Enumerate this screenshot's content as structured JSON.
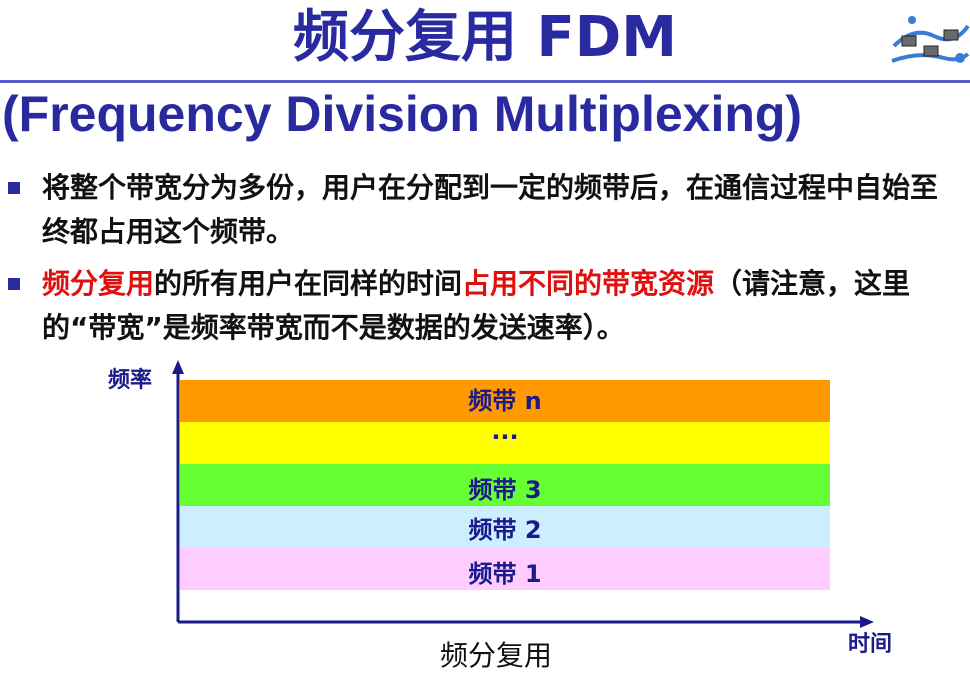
{
  "header": {
    "title": "频分复用 FDM",
    "subtitle": "(Frequency Division Multiplexing)"
  },
  "bullets": [
    {
      "text": "将整个带宽分为多份，用户在分配到一定的频带后，在通信过程中自始至终都占用这个频带。"
    },
    {
      "parts": [
        "频分复用",
        "的所有用户在同样的时间",
        "占用不同的带宽资源",
        "（请注意，这里的“带宽”是频率带宽而不是数据的发送速率）。"
      ]
    }
  ],
  "diagram": {
    "y_axis_label": "频率",
    "x_axis_label": "时间",
    "caption": "频分复用",
    "bands": [
      {
        "label": "频带 n",
        "color": "#ff9900"
      },
      {
        "label": "···",
        "color": "#ffff00"
      },
      {
        "label": "频带 3",
        "color": "#66ff33"
      },
      {
        "label": "频带 2",
        "color": "#cceeff"
      },
      {
        "label": "频带 1",
        "color": "#ffccff"
      }
    ],
    "axis_color": "#1a1a8a"
  },
  "colors": {
    "title": "#2a2aa0",
    "highlight": "#e01010"
  }
}
